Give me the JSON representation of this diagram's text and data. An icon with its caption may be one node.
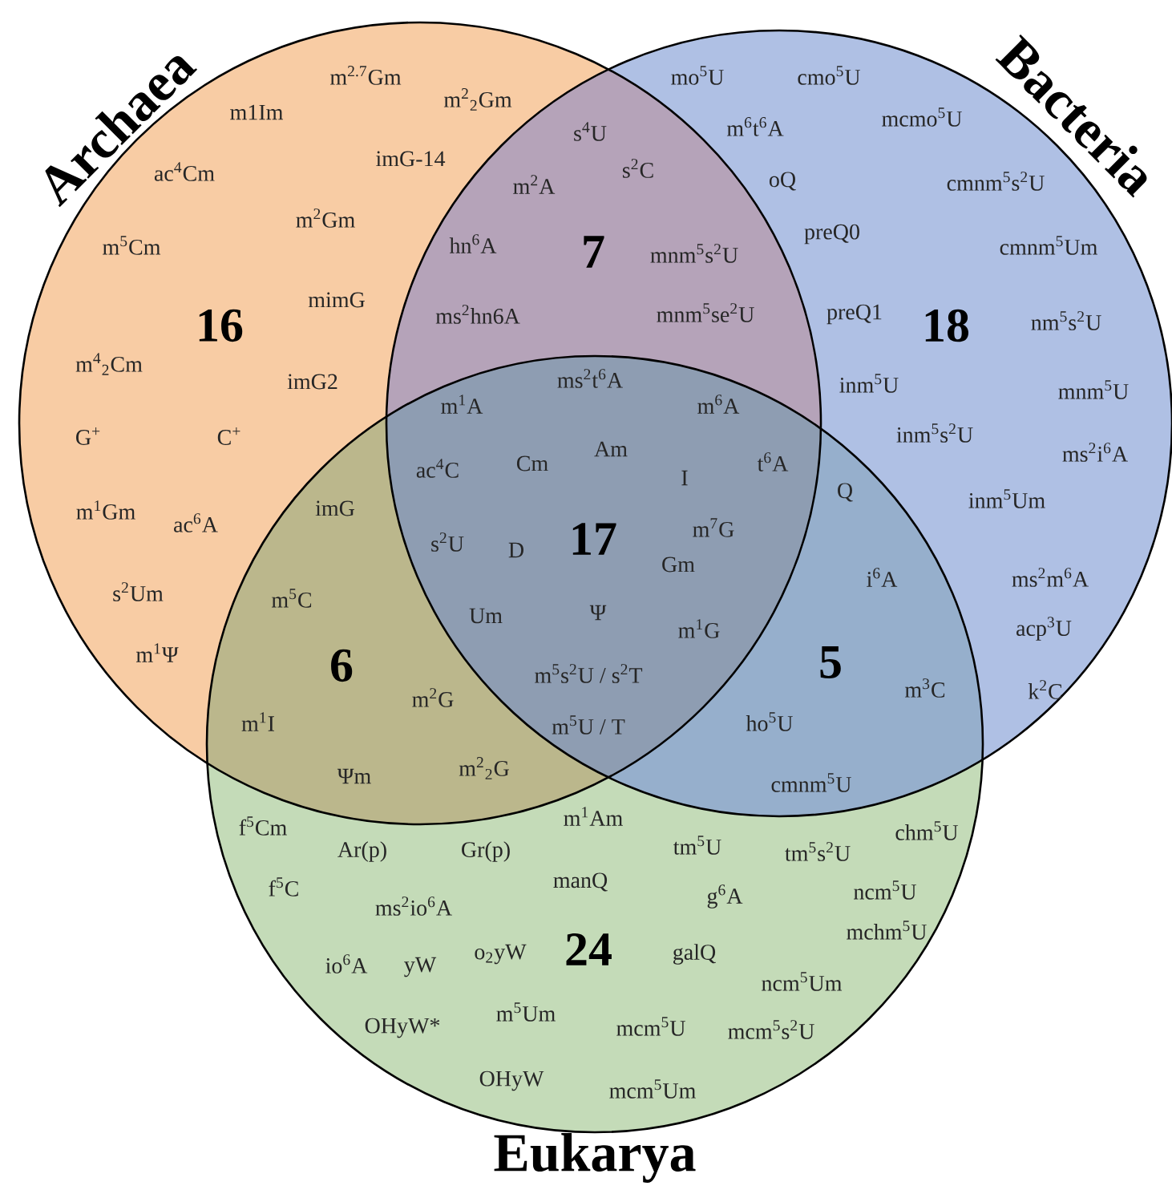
{
  "diagram": {
    "nodes": [
      {
        "text": [
          "Archaea"
        ]
      },
      {
        "text": [
          "Bacteria"
        ]
      },
      {
        "text": [
          "Eukarya"
        ]
      }
    ],
    "labels": [
      "m$^{2.7}$Gm",
      "m$^{2}$$_{2}$Gm",
      "m1Im",
      "ac$^{4}$Cm",
      "imG-14",
      "m$^{2}$Gm",
      "m$^{5}$Cm",
      "mimG",
      "16",
      "m$^{4}$$_{2}$Cm",
      "imG2",
      "G$^{+}$",
      "C$^{+}$",
      "m$^{1}$Gm",
      "ac$^{6}$A",
      "s$^{2}$Um",
      "m$^{1}$Ψ",
      "s$^{4}$U",
      "m$^{2}$A",
      "s$^{2}$C",
      "hn$^{6}$A",
      "7",
      "mnm$^{5}$s$^{2}$U",
      "ms$^{2}$hn6A",
      "mnm$^{5}$se$^{2}$U",
      "mo$^{5}$U",
      "cmo$^{5}$U",
      "m$^{6}$t$^{6}$A",
      "mcmo$^{5}$U",
      "oQ",
      "cmnm$^{5}$s$^{2}$U",
      "preQ0",
      "cmnm$^{5}$Um",
      "preQ1",
      "18",
      "nm$^{5}$s$^{2}$U",
      "inm$^{5}$U",
      "mnm$^{5}$U",
      "inm$^{5}$s$^{2}$U",
      "ms$^{2}$i$^{6}$A",
      "inm$^{5}$Um",
      "ms$^{2}$m$^{6}$A",
      "acp$^{3}$U",
      "k$^{2}$C",
      "ms$^{2}$t$^{6}$A",
      "m$^{1}$A",
      "m$^{6}$A",
      "ac$^{4}$C",
      "Cm",
      "Am",
      "I",
      "t$^{6}$A",
      "s$^{2}$U",
      "D",
      "17",
      "m$^{7}$G",
      "Gm",
      "Um",
      "Ψ",
      "m$^{1}$G",
      "m$^{5}$s$^{2}$U / s$^{2}$T",
      "m$^{5}$U / T",
      "imG",
      "m$^{5}$C",
      "6",
      "m$^{1}$I",
      "m$^{2}$G",
      "Ψm",
      "m$^{2}$$_{2}$G",
      "Q",
      "i$^{6}$A",
      "5",
      "m$^{3}$C",
      "ho$^{5}$U",
      "cmnm$^{5}$U",
      "m$^{1}$Am",
      "f$^{5}$Cm",
      "Ar(p)",
      "Gr(p)",
      "chm$^{5}$U",
      "tm$^{5}$U",
      "tm$^{5}$s$^{2}$U",
      "f$^{5}$C",
      "manQ",
      "ms$^{2}$io$^{6}$A",
      "g$^{6}$A",
      "ncm$^{5}$U",
      "mchm$^{5}$U",
      "io$^{6}$A",
      "yW",
      "o$_{2}$yW",
      "24",
      "galQ",
      "ncm$^{5}$Um",
      "m$^{5}$Um",
      "OHyW*",
      "mcm$^{5}$U",
      "mcm$^{5}$s$^{2}$U",
      "OHyW",
      "mcm$^{5}$Um"
    ]
  }
}
